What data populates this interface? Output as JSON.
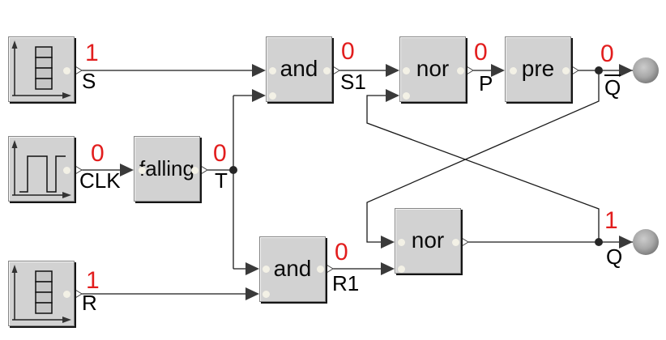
{
  "diagram": {
    "gates": {
      "falling": {
        "label": "falling"
      },
      "and1": {
        "label": "and"
      },
      "and2": {
        "label": "and"
      },
      "nor1": {
        "label": "nor"
      },
      "nor2": {
        "label": "nor"
      },
      "pre": {
        "label": "pre"
      }
    },
    "signals": {
      "s": {
        "name": "S",
        "value": "1"
      },
      "clk": {
        "name": "CLK",
        "value": "0"
      },
      "t": {
        "name": "T",
        "value": "0"
      },
      "r": {
        "name": "R",
        "value": "1"
      },
      "s1": {
        "name": "S1",
        "value": "0"
      },
      "r1": {
        "name": "R1",
        "value": "0"
      },
      "p": {
        "name": "P",
        "value": "0"
      },
      "qbar": {
        "name": "Q",
        "value": "0"
      },
      "q": {
        "name": "Q",
        "value": "1"
      }
    },
    "icons": {
      "s_source": "table-plot-icon",
      "clk_source": "clock-plot-icon",
      "r_source": "table-plot-icon",
      "q_output": "sphere-indicator",
      "qbar_output": "sphere-indicator"
    },
    "colors": {
      "value_text": "#e21d1d",
      "block_fill": "#d2d2d2",
      "wire": "#1a1a1a",
      "background": "#ffffff"
    }
  }
}
